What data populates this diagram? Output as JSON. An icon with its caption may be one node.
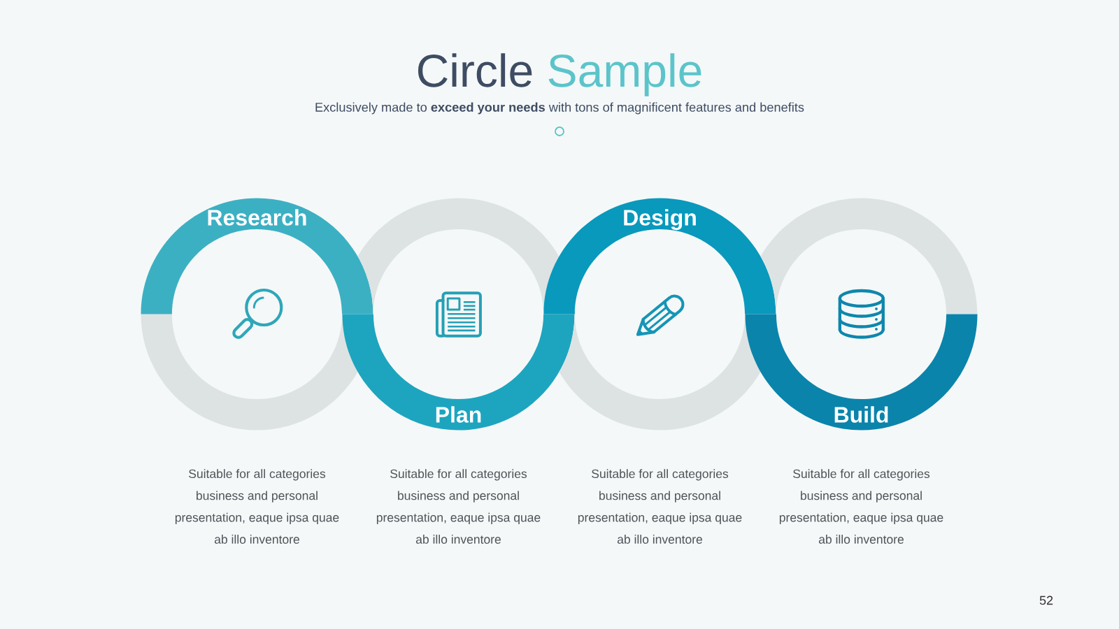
{
  "diagram": {
    "title": "Circle Sample",
    "nodes": [
      {
        "text": [
          "Research"
        ],
        "beside": [
          "Suitable for all categories business and personal presentation, eaque ipsa quae ab illo inventore"
        ]
      },
      {
        "text": [
          "Plan"
        ],
        "beside": [
          "Suitable for all categories business and personal presentation, eaque ipsa quae ab illo inventore"
        ]
      },
      {
        "text": [
          "Design"
        ],
        "beside": [
          "Suitable for all categories business and personal presentation, eaque ipsa quae ab illo inventore"
        ]
      },
      {
        "text": [
          "Build"
        ],
        "beside": [
          "Suitable for all categories business and personal presentation, eaque ipsa quae ab illo inventore"
        ]
      }
    ],
    "labels": [
      "Exclusively made to **exceed your needs** with tons of magnificent features and benefits",
      "52"
    ]
  }
}
